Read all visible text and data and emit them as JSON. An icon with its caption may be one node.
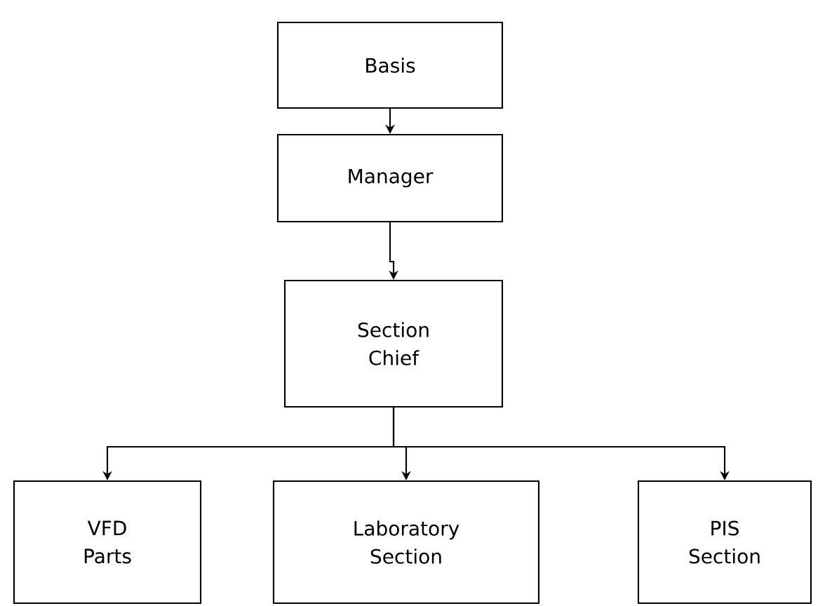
{
  "diagram": {
    "nodes": [
      {
        "text": [
          "Basis"
        ]
      },
      {
        "text": [
          "Manager"
        ]
      },
      {
        "text": [
          "Section Chief"
        ]
      },
      {
        "text": [
          "VFD Parts"
        ]
      },
      {
        "text": [
          "Laboratory Section"
        ]
      },
      {
        "text": [
          "PIS Section"
        ]
      }
    ],
    "edges": [
      {
        "from": 0,
        "to": 1,
        "arrow": "to"
      },
      {
        "from": 1,
        "to": 2,
        "arrow": "to"
      },
      {
        "from": 2,
        "to": 3,
        "arrow": "to"
      },
      {
        "from": 2,
        "to": 4,
        "arrow": "to"
      },
      {
        "from": 2,
        "to": 5,
        "arrow": "to"
      }
    ]
  }
}
